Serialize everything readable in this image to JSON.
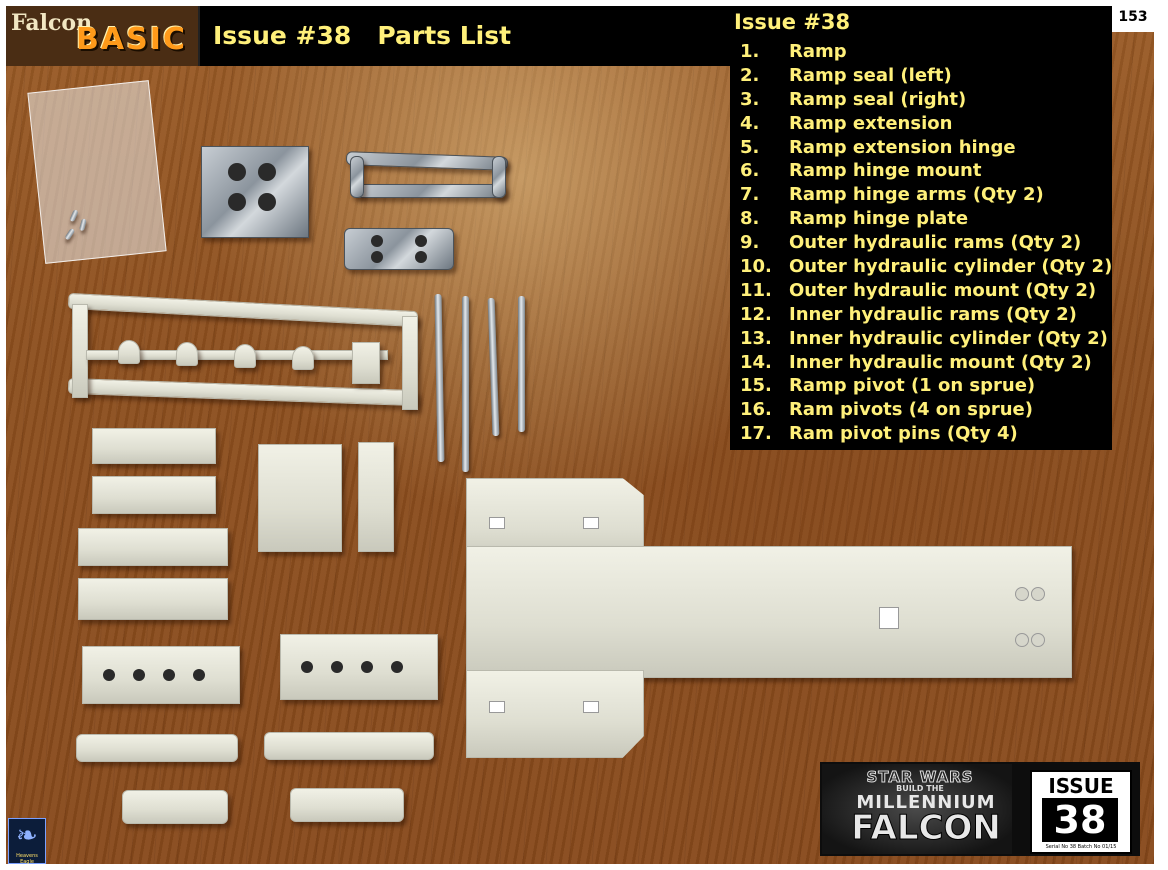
{
  "header": {
    "logo_word1": "Falcon",
    "logo_word2": "BASIC",
    "title": "Issue #38   Parts List",
    "page_number": "153"
  },
  "parts_panel": {
    "heading": "Issue #38",
    "items": [
      {
        "num": "1.",
        "label": "Ramp"
      },
      {
        "num": "2.",
        "label": "Ramp seal (left)"
      },
      {
        "num": "3.",
        "label": "Ramp seal (right)"
      },
      {
        "num": "4.",
        "label": "Ramp extension"
      },
      {
        "num": "5.",
        "label": "Ramp extension hinge"
      },
      {
        "num": "6.",
        "label": "Ramp hinge mount"
      },
      {
        "num": "7.",
        "label": "Ramp hinge arms (Qty 2)"
      },
      {
        "num": "8.",
        "label": "Ramp hinge plate"
      },
      {
        "num": "9.",
        "label": "Outer hydraulic rams (Qty 2)"
      },
      {
        "num": "10.",
        "label": "Outer hydraulic cylinder (Qty 2)"
      },
      {
        "num": "11.",
        "label": "Outer hydraulic mount (Qty 2)"
      },
      {
        "num": "12.",
        "label": "Inner hydraulic rams (Qty 2)"
      },
      {
        "num": "13.",
        "label": "Inner hydraulic cylinder (Qty 2)"
      },
      {
        "num": "14.",
        "label": "Inner hydraulic mount (Qty 2)"
      },
      {
        "num": "15.",
        "label": "Ramp pivot (1 on sprue)"
      },
      {
        "num": "16.",
        "label": "Ram pivots (4 on sprue)"
      },
      {
        "num": "17.",
        "label": "Ram pivot pins (Qty 4)"
      }
    ]
  },
  "magazine_logo": {
    "star_wars": "STAR WARS",
    "build_the": "BUILD THE",
    "millennium": "MILLENNIUM",
    "falcon": "FALCON",
    "issue_word": "ISSUE",
    "issue_number": "38",
    "serial": "Serial No 38 Batch No 01/15"
  },
  "watermark": {
    "icon": "eagle-icon",
    "text": "Heavens Eagle"
  },
  "colors": {
    "panel_background": "#000000",
    "panel_text": "#fff07a",
    "basic_logo": "#ff9a1a",
    "wood": "#8d4f1e"
  }
}
